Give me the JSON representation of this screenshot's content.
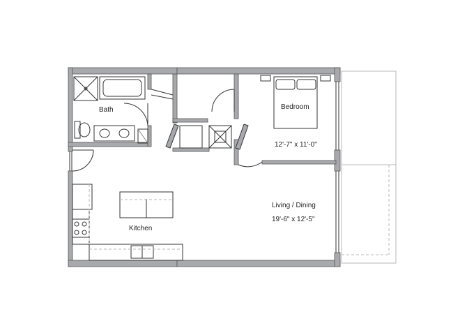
{
  "rooms": {
    "bath": {
      "name": "Bath"
    },
    "bedroom": {
      "name": "Bedroom",
      "dimensions": "12'-7\" x 11'-0\""
    },
    "living": {
      "name": "Living / Dining",
      "dimensions": "19'-6\" x 12'-5\""
    },
    "kitchen": {
      "name": "Kitchen"
    }
  },
  "colors": {
    "wall": "#a7a9ac",
    "wall_outline": "#555555",
    "line": "#333333",
    "light_line": "#b8b8b8",
    "background": "#ffffff"
  }
}
